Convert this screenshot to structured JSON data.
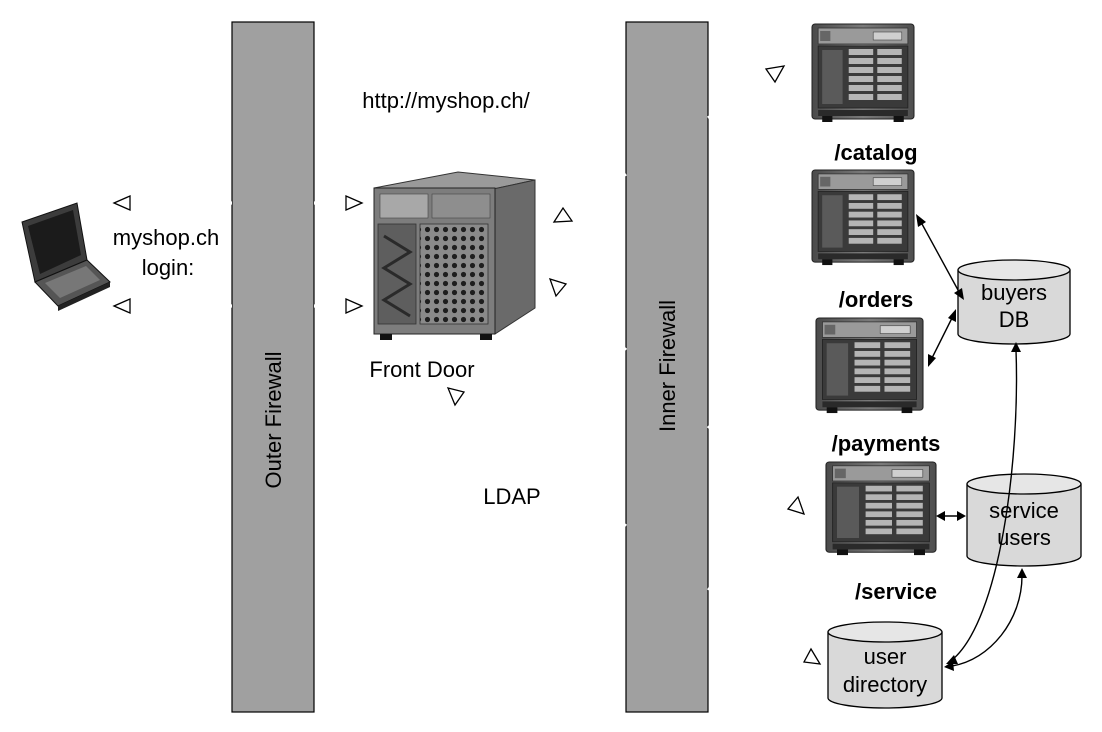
{
  "diagram": {
    "url_label": "http://myshop.ch/",
    "laptop_label_line1": "myshop.ch",
    "laptop_label_line2": "login:",
    "outer_firewall_label": "Outer Firewall",
    "inner_firewall_label": "Inner Firewall",
    "front_door_label": "Front Door",
    "ldap_label": "LDAP",
    "services": {
      "catalog": "/catalog",
      "orders": "/orders",
      "payments": "/payments",
      "service": "/service"
    },
    "databases": {
      "buyers_line1": "buyers",
      "buyers_line2": "DB",
      "service_users_line1": "service",
      "service_users_line2": "users",
      "user_directory_line1": "user",
      "user_directory_line2": "directory"
    }
  },
  "colors": {
    "firewall_fill": "#a0a0a0",
    "db_fill": "#d9d9d9",
    "server_body": "#6b6b6b",
    "text": "#000000"
  }
}
